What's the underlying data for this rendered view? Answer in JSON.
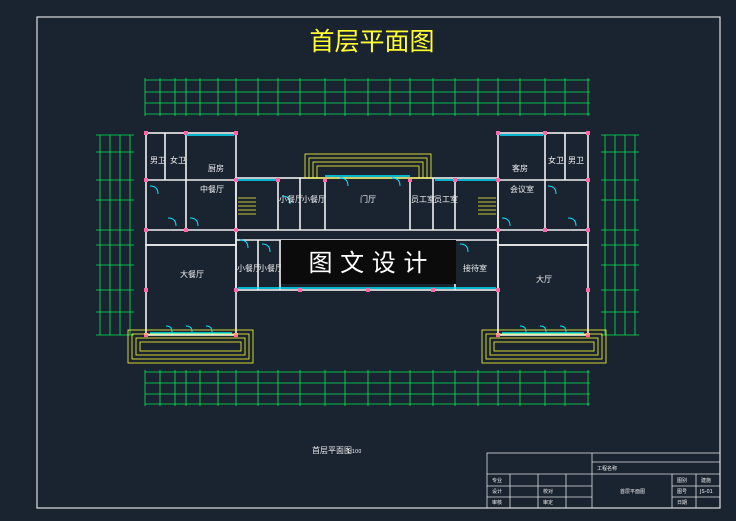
{
  "title": "首层平面图",
  "watermark": "图 文 设 计",
  "plan_caption": "首层平面图",
  "plan_scale": "1:100",
  "rooms": {
    "male_toilet_w": "男卫",
    "female_toilet_w": "女卫",
    "mid_dining_w": "中餐厅",
    "small_dining_1": "小餐厅",
    "small_dining_2": "小餐厅",
    "lobby": "门厅",
    "staff_room_1": "员工室",
    "staff_room_2": "员工室",
    "female_toilet_e": "女卫",
    "male_toilet_e": "男卫",
    "meeting_room": "会议室",
    "big_dining": "大餐厅",
    "small_dining_3": "小餐厅",
    "small_dining_4": "小餐厅",
    "reception": "接待室",
    "hall": "大厅",
    "room_w": "厨房",
    "room_e": "客房"
  },
  "title_block": {
    "project_label": "工程名称",
    "drawing_name": "首层平面图",
    "row_labels": [
      "专业",
      "设计",
      "审核"
    ],
    "mid_labels": [
      "",
      "校对",
      "审定"
    ],
    "right_labels": [
      "图别",
      "图号",
      "日期"
    ],
    "right_values": [
      "建施",
      "JS-01",
      ""
    ]
  },
  "colors": {
    "background": "#1a2330",
    "frame": "#ffffff",
    "title": "#ffff33",
    "dimension": "#00ff66",
    "wall": "#ffffff",
    "window": "#00ffff",
    "column": "#ff66aa",
    "stair": "#ffff33"
  }
}
